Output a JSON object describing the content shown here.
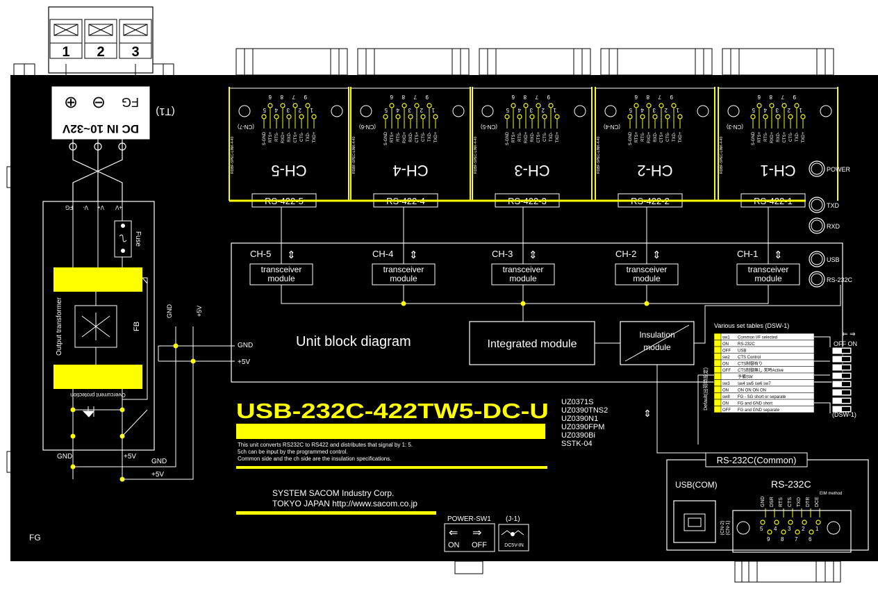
{
  "terminals": {
    "t1": "1",
    "t2": "2",
    "t3": "3"
  },
  "power_block": {
    "dc_in": "DC IN 10~32V",
    "fg": "FG",
    "t1_label": "(T1)",
    "plus": "⊕",
    "minus": "⊖",
    "pins": [
      "FG",
      "V-",
      "V+",
      "+V"
    ],
    "fuse": "Fuse",
    "fb": "FB",
    "output_transformer": "Output transformer",
    "overcurrent": "Overcurrent protection",
    "gnd": "GND",
    "plus5v": "+5V"
  },
  "channels": [
    {
      "ch": "CH-5",
      "rs": "RS-422-5",
      "cn": "(CN-7)",
      "ch_label": "CH-5"
    },
    {
      "ch": "CH-4",
      "rs": "RS-422-4",
      "cn": "(CN-6)",
      "ch_label": "CH-4"
    },
    {
      "ch": "CH-3",
      "rs": "RS-422-3",
      "cn": "(CN-5)",
      "ch_label": "CH-3"
    },
    {
      "ch": "CH-2",
      "rs": "RS-422-2",
      "cn": "(CN-4)",
      "ch_label": "CH-2"
    },
    {
      "ch": "CH-1",
      "rs": "RS-422-1",
      "cn": "(CN-3)",
      "ch_label": "CH-1"
    }
  ],
  "pin_numbers_top": [
    "6",
    "8",
    "7",
    "9"
  ],
  "pin_numbers_bottom": [
    "5",
    "4",
    "3",
    "2",
    "1"
  ],
  "pin_signals": [
    "S-GND",
    "RTS+",
    "RTS-",
    "RXD+",
    "RXD-",
    "CTS+",
    "CTS-",
    "TXD-",
    "TXD+"
  ],
  "transceiver": [
    "transceiver",
    "module"
  ],
  "arrow_updown": "⇕",
  "block": {
    "title": "Unit block diagram",
    "integrated": "Integrated module",
    "insulation": [
      "Insulation",
      "module"
    ],
    "gnd": "GND",
    "plus5v": "+5V",
    "gnd_v": "GND",
    "plus5v_v": "+5V"
  },
  "leds": [
    "POWER",
    "TXD",
    "RXD",
    "USB",
    "RS-232C"
  ],
  "product": {
    "name": "USB-232C-422TW5-DC-U",
    "models": [
      "UZ0371S",
      "UZ0390TNS2",
      "UZ0390N1",
      "UZ0390FPM",
      "UZ0390Bi",
      "SSTK-04"
    ],
    "desc": [
      "This unit converts RS232C to RS422 and distributes that signal by 1: 5.",
      "5ch can be input by the programmed control.",
      "Common side and the ch side are the insulation specifications."
    ]
  },
  "company": {
    "line1": "SYSTEM SACOM Industry Corp.",
    "line2": "TOKYO JAPAN   http://www.sacom.co.jp"
  },
  "switch": {
    "title": "POWER-SW1",
    "left_arrow": "⇐",
    "right_arrow": "⇒",
    "on": "ON",
    "off": "OFF",
    "j1": "(J-1)",
    "dc5v": "DC5V-IN"
  },
  "dsw": {
    "title": "Various set tables (DSW-1)",
    "arrows": "⇐  ⇒",
    "off_on": "OFF ON",
    "label": "(DSW-1)",
    "rows": [
      {
        "a": "sw1",
        "b": "Common  I/F selected"
      },
      {
        "a": "ON",
        "b": "RS-232C"
      },
      {
        "a": "OFF",
        "b": "USB"
      },
      {
        "a": "sw2",
        "b": "CTS  Control"
      },
      {
        "a": "ON",
        "b": "CTS制御有り"
      },
      {
        "a": "OFF",
        "b": "CTS制御無し 常時Active"
      },
      {
        "a": "",
        "b": "予備SW"
      },
      {
        "a": "sw3",
        "b": "sw4  sw5  sw6  sw7"
      },
      {
        "a": "ON",
        "b": "ON   ON   ON   ON"
      },
      {
        "a": "sw8",
        "b": "FG - SG short or separate"
      },
      {
        "a": "ON",
        "b": "FG and GND short"
      },
      {
        "a": "OFF",
        "b": "FG and GND separate"
      }
    ],
    "side": "Default(出荷時設定)"
  },
  "rs232c_common": {
    "title": "RS-232C(Common)",
    "usb": "USB(COM)",
    "rs232c": "RS-232C",
    "signals": [
      "GND",
      "DSR",
      "RTS",
      "CTS",
      "TXD",
      "DTR",
      "DCE"
    ],
    "pins_top": [
      "5",
      "4",
      "3",
      "2",
      "1"
    ],
    "pins_bottom": [
      "9",
      "8",
      "7",
      "6"
    ],
    "method": "EIM method",
    "cn": "(CN-1)",
    "cn2": "(CN-2)"
  },
  "fg_label": "FG",
  "colors": {
    "accent": "#ffff00",
    "background": "#000000",
    "line": "#ffffff"
  }
}
